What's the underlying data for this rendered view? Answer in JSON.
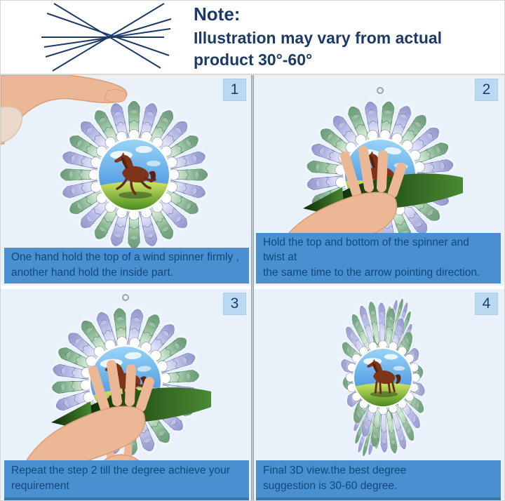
{
  "note": {
    "label": "Note:",
    "line1": "Illustration may vary from actual",
    "line2": "product 30°-60°"
  },
  "panels": [
    {
      "number": "1",
      "caption_line1": "One hand hold the top of a wind spinner firmly ,",
      "caption_line2": "another hand hold the inside part."
    },
    {
      "number": "2",
      "caption_line1": "Hold the top and bottom of the spinner and twist at",
      "caption_line2": "the same time to the arrow pointing direction."
    },
    {
      "number": "3",
      "caption_line1": "Repeat the step 2 till the degree achieve your",
      "caption_line2": "requirement"
    },
    {
      "number": "4",
      "caption_line1": "Final 3D view.the best degree",
      "caption_line2": "suggestion is 30-60 degree."
    }
  ],
  "colors": {
    "note_text": "#1c3a66",
    "panel_bg": "#e9f2fb",
    "caption_bg": "#4a8fd0",
    "caption_text": "#0f4a7e",
    "badge_bg": "#bcd9f2",
    "badge_text": "#1b3c6e",
    "spinner_green": "#4e8f5e",
    "spinner_green_dark": "#2f6b40",
    "spinner_green_light": "#b9dcbd",
    "spinner_violet": "#8a8fd2",
    "spinner_violet_dark": "#5c60a8",
    "spinner_violet_light": "#d3d6f2",
    "horse_brown": "#7e3419",
    "horse_dark": "#58220e",
    "arrow_green_dark": "#0e2e08",
    "arrow_green": "#4a8a33",
    "skin": "#ecb795",
    "skin_shade": "#d99d7a",
    "sky_top": "#9ad6f8",
    "sky_bottom": "#2f7fd6",
    "grass_light": "#cfe565",
    "grass_dark": "#43871d"
  }
}
